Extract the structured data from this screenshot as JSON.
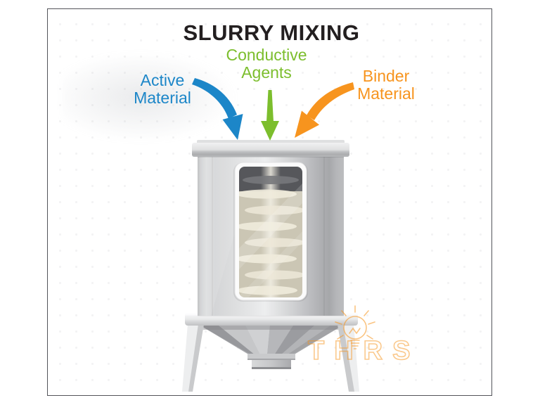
{
  "header": {
    "title": "SLURRY MIXING",
    "title_color": "#231F20"
  },
  "labels": {
    "active": {
      "line1": "Active",
      "line2": "Material",
      "color": "#1C86C8"
    },
    "conductive": {
      "line1": "Conductive",
      "line2": "Agents",
      "color": "#7CBE2D"
    },
    "binder": {
      "line1": "Binder",
      "line2": "Material",
      "color": "#F7941E"
    }
  },
  "arrows": {
    "active_color": "#1C86C8",
    "conductive_color": "#7CBE2D",
    "binder_color": "#F7941E"
  },
  "illustration": {
    "name": "slurry-mixing-tank",
    "headspace_color": "#56575B",
    "slurry_color": "#CBC6B4"
  },
  "watermark": {
    "text": "THRS",
    "icon": "lightbulb-icon",
    "color": "#F7941D"
  }
}
